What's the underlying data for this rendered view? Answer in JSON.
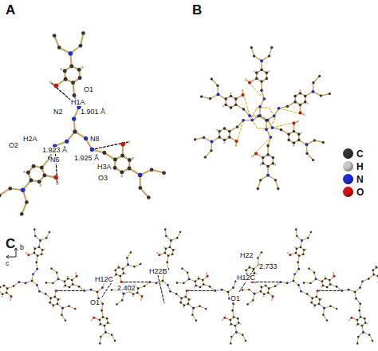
{
  "diagram": {
    "labels": [
      "A",
      "B",
      "C",
      "O1",
      "H1A",
      "1.901 Å",
      "N2",
      "O2",
      "H2A",
      "1.923 Å",
      "N6",
      "N8",
      "1.925 Å",
      "H3A",
      "O3",
      "c",
      "b",
      "H22B",
      "H12C",
      "2.402",
      "O1",
      "H22",
      "2.733",
      "H12C",
      "O1"
    ],
    "legend": [
      {
        "text": "C",
        "color": "#333333"
      },
      {
        "text": "H",
        "color": "#c8c8c8"
      },
      {
        "text": "N",
        "color": "#1c2fd6"
      },
      {
        "text": "O",
        "color": "#d41414"
      }
    ]
  }
}
